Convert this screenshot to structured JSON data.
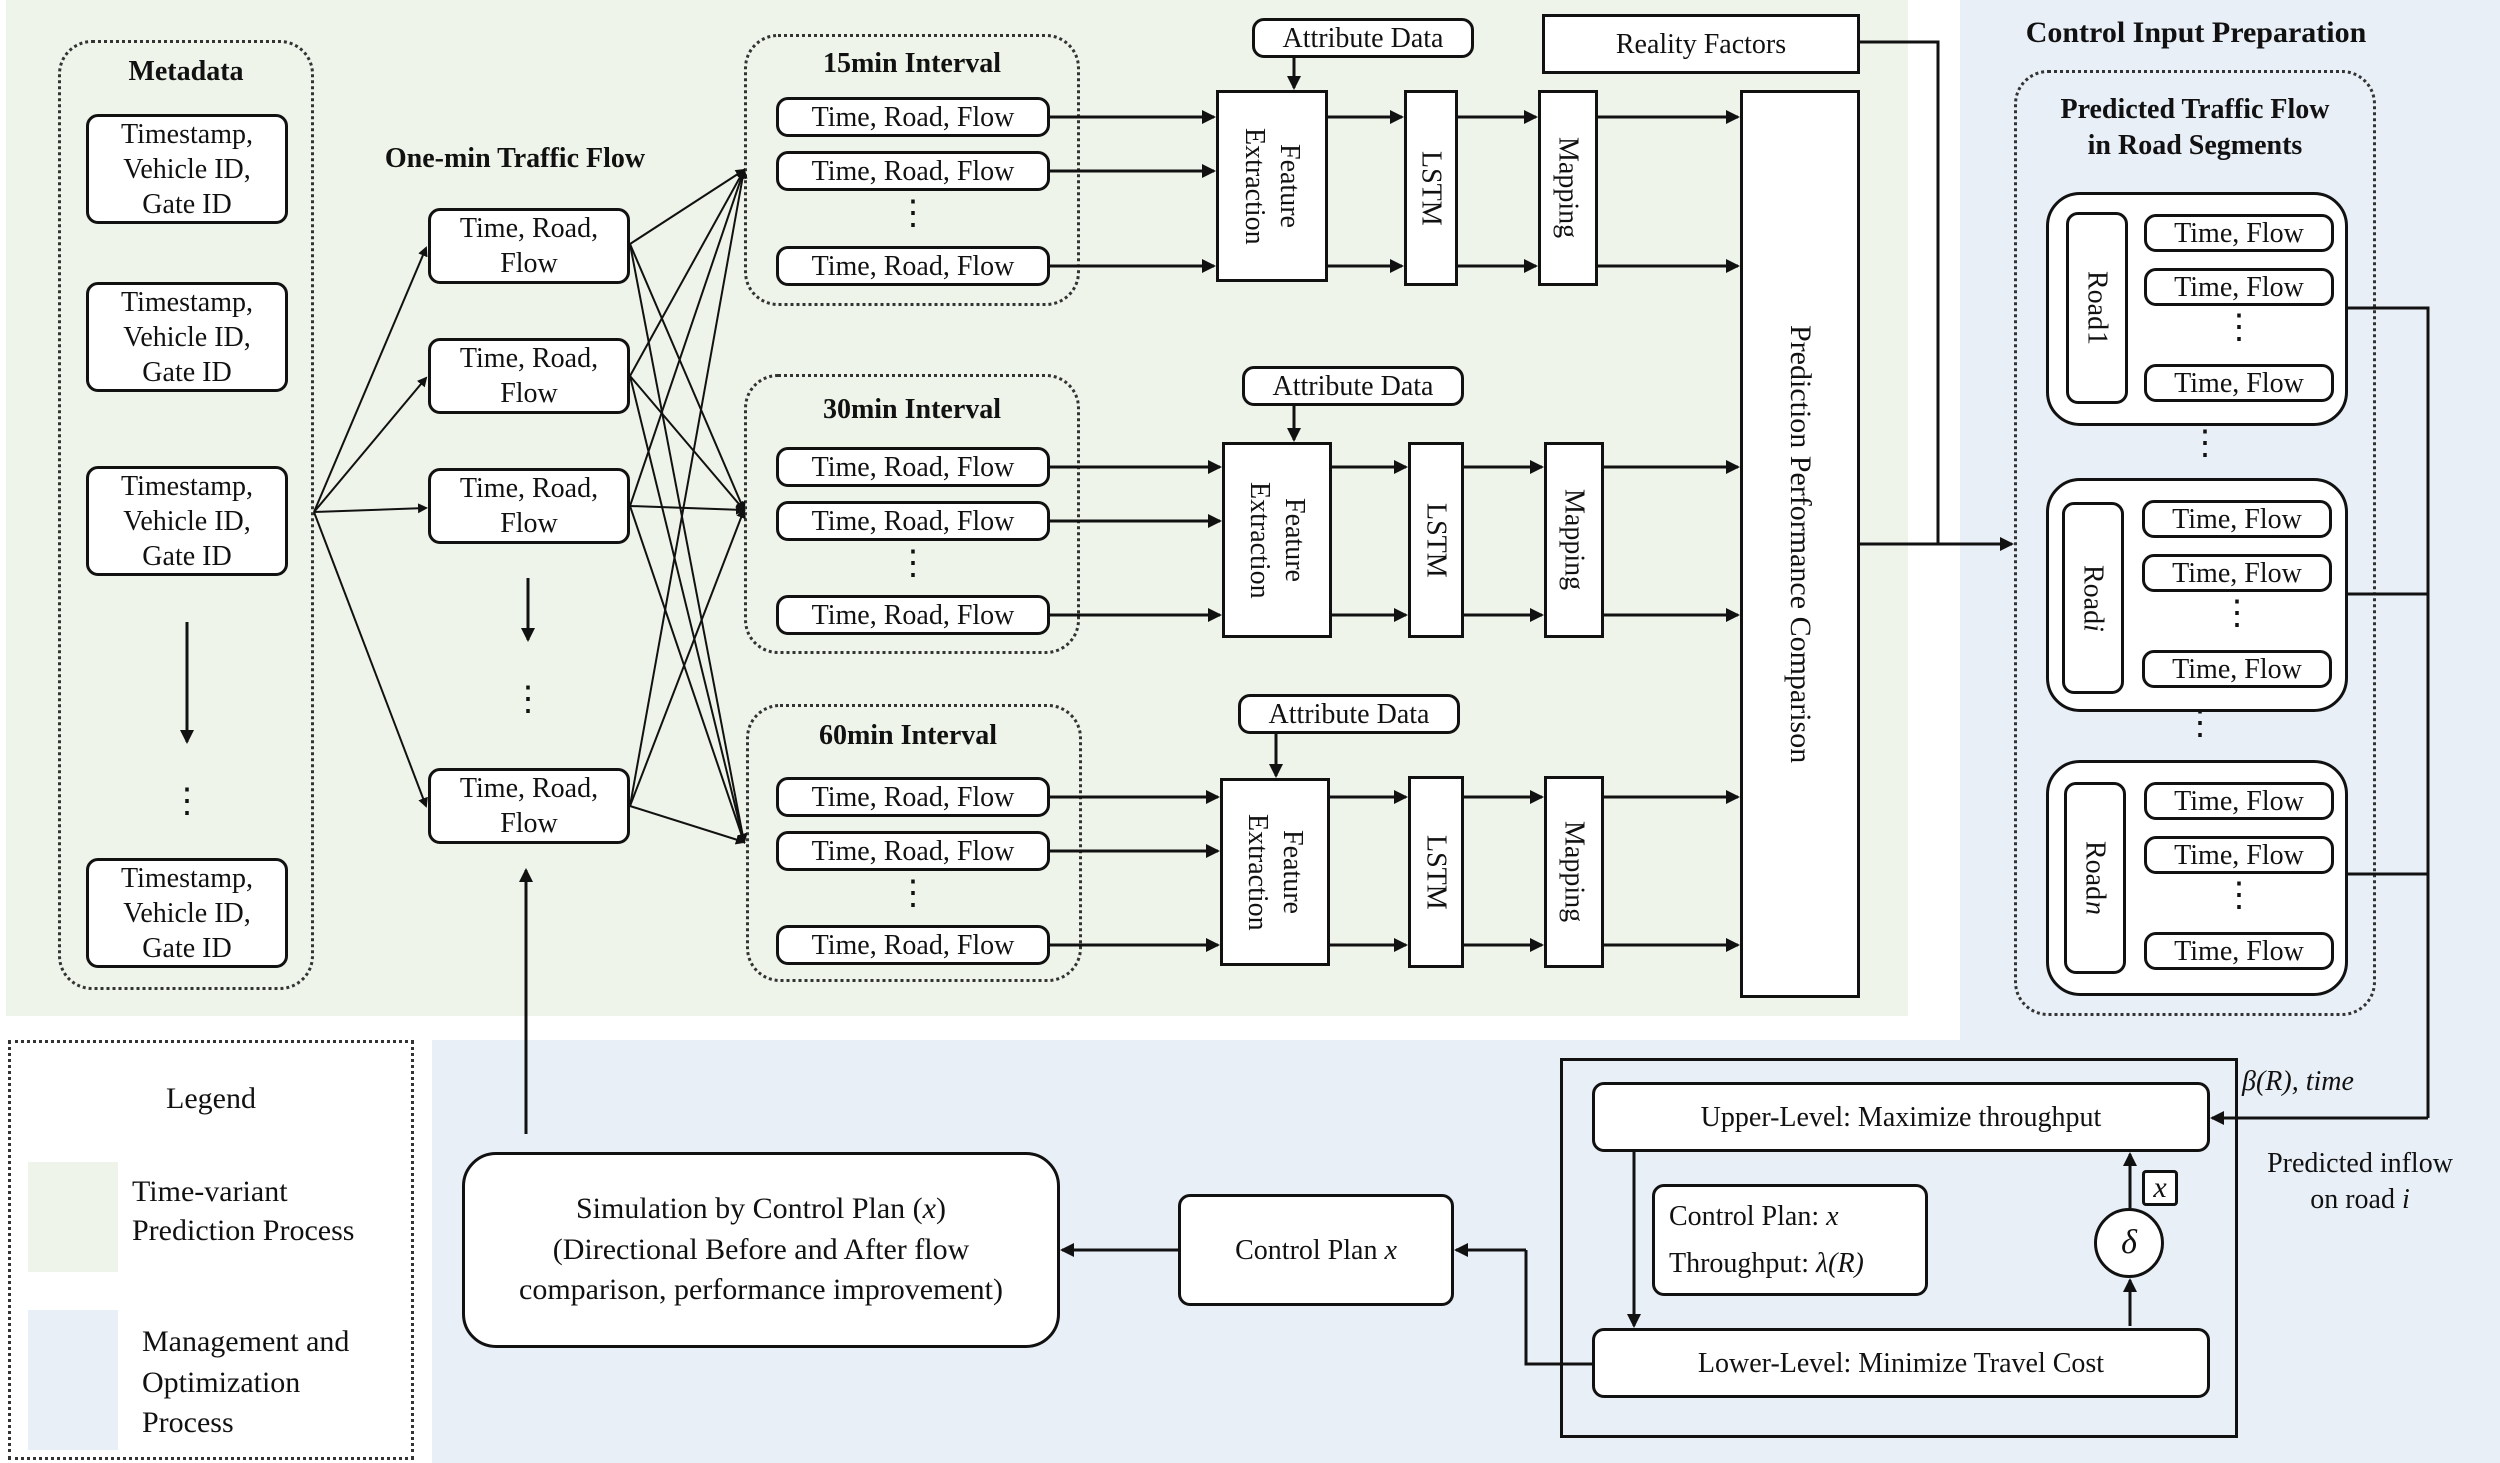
{
  "metadata": {
    "title": "Metadata",
    "record": "Timestamp,\nVehicle ID,\nGate ID",
    "ellipsis": "⋮"
  },
  "one_min": {
    "title": "One-min Traffic Flow",
    "record": "Time, Road,\nFlow",
    "ellipsis": "⋮"
  },
  "intervals": [
    {
      "title": "15min Interval",
      "row": "Time, Road, Flow",
      "attribute": "Attribute Data"
    },
    {
      "title": "30min Interval",
      "row": "Time, Road, Flow",
      "attribute": "Attribute Data"
    },
    {
      "title": "60min Interval",
      "row": "Time, Road, Flow",
      "attribute": "Attribute Data"
    }
  ],
  "pipeline": {
    "feature_extraction": "Feature\nExtraction",
    "lstm": "LSTM",
    "mapping": "Mapping"
  },
  "reality_factors": "Reality Factors",
  "prediction_comparison": "Prediction Performance Comparison",
  "control_input": {
    "title": "Control Input Preparation",
    "subtitle": "Predicted  Traffic Flow\nin Road Segments",
    "row": "Time, Flow",
    "roads": [
      {
        "prefix": "Road ",
        "index": "1"
      },
      {
        "prefix": "Road ",
        "index": "i"
      },
      {
        "prefix": "Road ",
        "index": "n"
      }
    ]
  },
  "optimization": {
    "upper": "Upper-Level: Maximize throughput",
    "lower": "Lower-Level: Minimize Travel Cost",
    "control_plan_prefix": "Control Plan: ",
    "control_plan_var": "x",
    "throughput_prefix": "Throughput: ",
    "throughput_var": "λ(R)",
    "delta": "δ",
    "x_badge": "x",
    "beta_label": "β(R), time",
    "inflow_label": "Predicted inflow\non road ",
    "inflow_var": "i"
  },
  "control_plan": {
    "prefix": "Control Plan ",
    "var": "x"
  },
  "simulation": {
    "line1_prefix": "Simulation by Control Plan (",
    "line1_var": "x",
    "line1_suffix": ")",
    "line2": "(Directional Before and After flow\ncomparison, performance improvement)"
  },
  "legend": {
    "title": "Legend",
    "items": [
      {
        "label": "Time-variant\nPrediction Process",
        "color": "#eef4e9"
      },
      {
        "label": "Management and\nOptimization\nProcess",
        "color": "#e9eff7"
      }
    ]
  },
  "colors": {
    "green_region": "#eef4e9",
    "blue_region": "#e9eff7",
    "line": "#111111"
  }
}
